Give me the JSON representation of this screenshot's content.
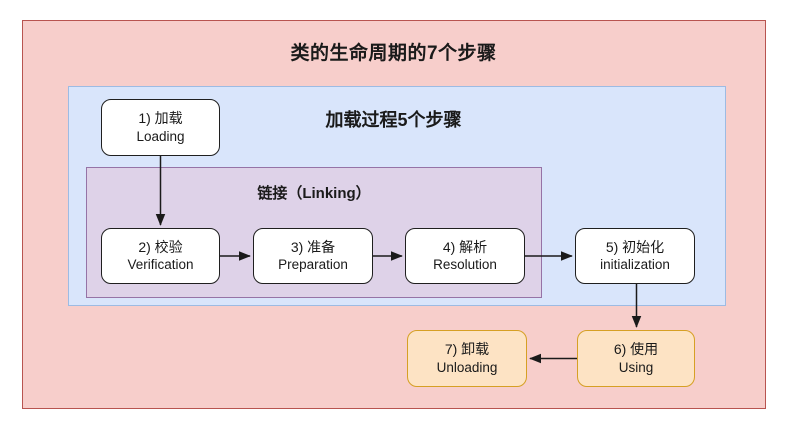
{
  "diagram": {
    "title": "类的生命周期的7个步骤",
    "regions": [
      {
        "name": "outer",
        "label": "类的生命周期的7个步骤",
        "fill": "#f7cecb",
        "stroke": "#b85450"
      },
      {
        "name": "loading-process",
        "label": "加载过程5个步骤",
        "fill": "#d9e5fb",
        "stroke": "#9dbbe3"
      },
      {
        "name": "linking",
        "label": "链接（Linking）",
        "fill": "#ded2e8",
        "stroke": "#9673a6"
      }
    ],
    "nodes": [
      {
        "id": "n1",
        "cn": "1) 加载",
        "en": "Loading",
        "fill": "#ffffff",
        "stroke": "#1f1f1f"
      },
      {
        "id": "n2",
        "cn": "2) 校验",
        "en": "Verification",
        "fill": "#ffffff",
        "stroke": "#1f1f1f"
      },
      {
        "id": "n3",
        "cn": "3) 准备",
        "en": "Preparation",
        "fill": "#ffffff",
        "stroke": "#1f1f1f"
      },
      {
        "id": "n4",
        "cn": "4) 解析",
        "en": "Resolution",
        "fill": "#ffffff",
        "stroke": "#1f1f1f"
      },
      {
        "id": "n5",
        "cn": "5) 初始化",
        "en": "initialization",
        "fill": "#ffffff",
        "stroke": "#1f1f1f"
      },
      {
        "id": "n6",
        "cn": "6) 使用",
        "en": "Using",
        "fill": "#fde3c4",
        "stroke": "#d6a024"
      },
      {
        "id": "n7",
        "cn": "7) 卸载",
        "en": "Unloading",
        "fill": "#fde3c4",
        "stroke": "#d6a024"
      }
    ],
    "edges": [
      {
        "from": "n1",
        "to": "n2",
        "direction": "down"
      },
      {
        "from": "n2",
        "to": "n3",
        "direction": "right"
      },
      {
        "from": "n3",
        "to": "n4",
        "direction": "right"
      },
      {
        "from": "n4",
        "to": "n5",
        "direction": "right"
      },
      {
        "from": "n5",
        "to": "n6",
        "direction": "down"
      },
      {
        "from": "n6",
        "to": "n7",
        "direction": "left"
      }
    ]
  }
}
